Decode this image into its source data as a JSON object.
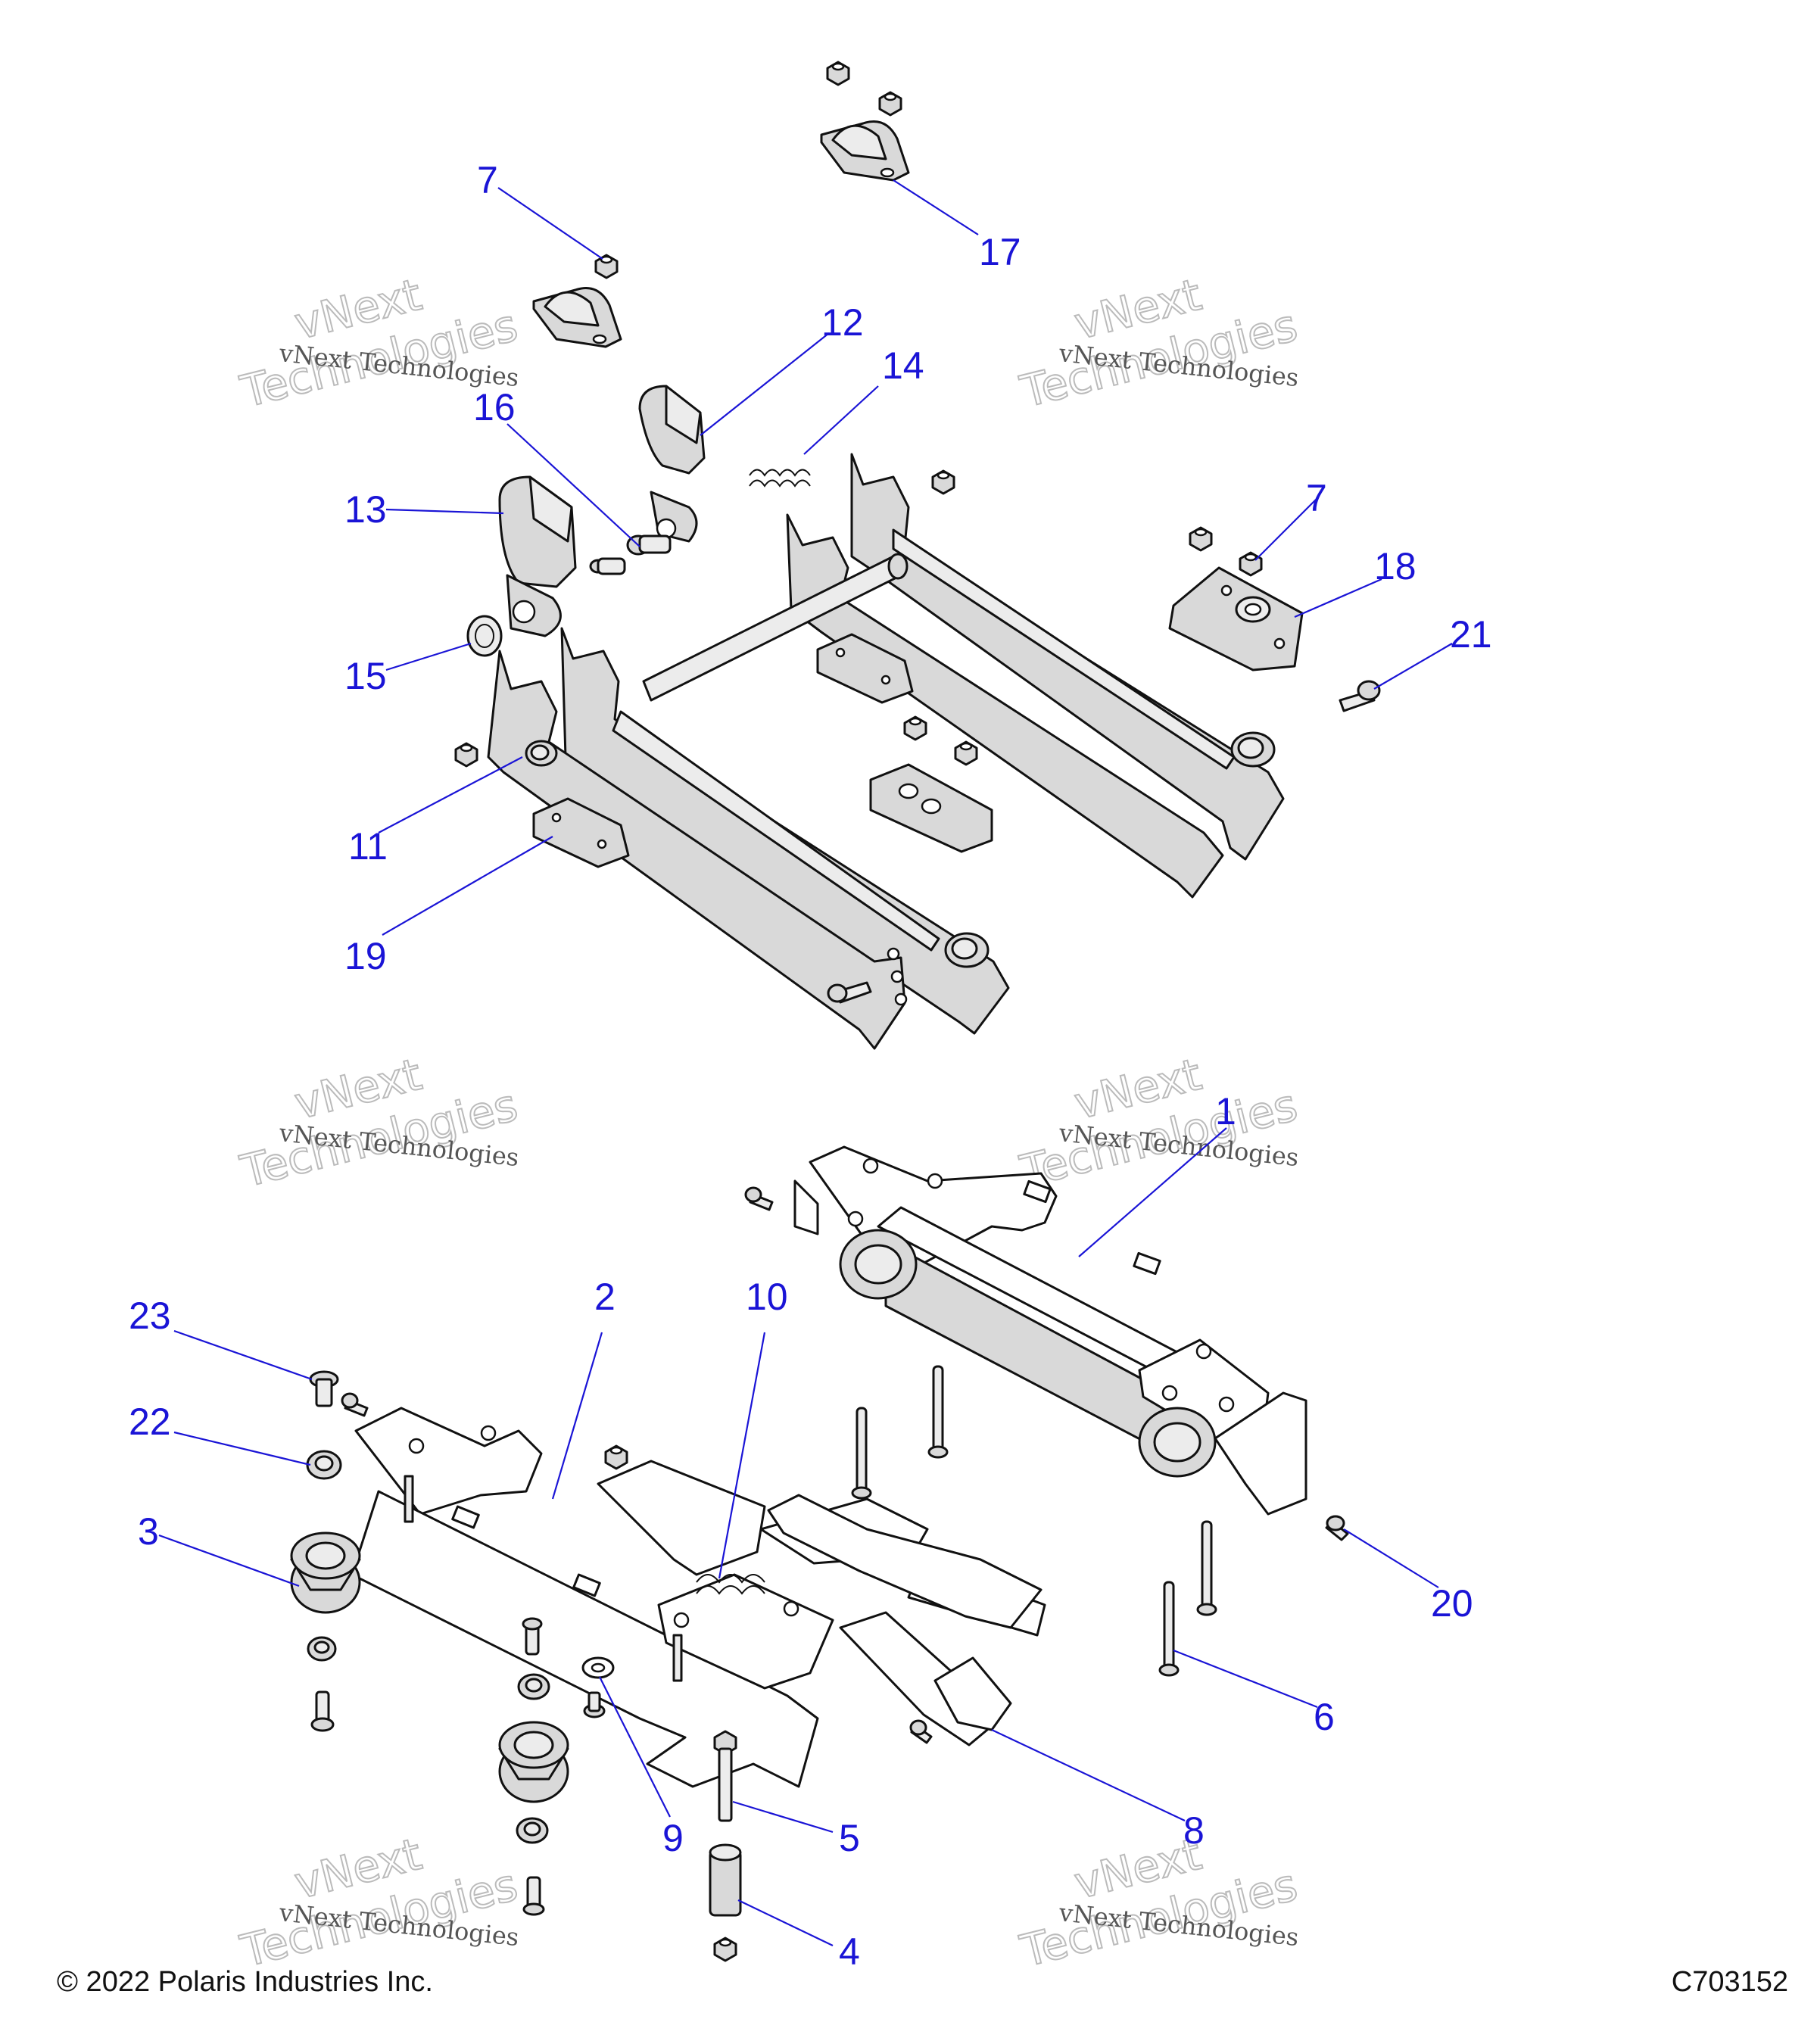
{
  "footer": {
    "copyright": "© 2022 Polaris Industries Inc.",
    "code": "C703152"
  },
  "watermark": {
    "line1": "vNext Technologies",
    "line2": "vNext",
    "line3": "Technologies"
  },
  "callouts": {
    "c1": "1",
    "c2": "2",
    "c3": "3",
    "c4": "4",
    "c5": "5",
    "c6": "6",
    "c7a": "7",
    "c7b": "7",
    "c8": "8",
    "c9": "9",
    "c10": "10",
    "c11": "11",
    "c12": "12",
    "c13": "13",
    "c14": "14",
    "c15": "15",
    "c16": "16",
    "c17": "17",
    "c18": "18",
    "c19": "19",
    "c20": "20",
    "c21": "21",
    "c22": "22",
    "c23": "23"
  },
  "colors": {
    "callout": "#1a14d6",
    "part_fill": "#d9d9d9",
    "outline": "#111111"
  }
}
